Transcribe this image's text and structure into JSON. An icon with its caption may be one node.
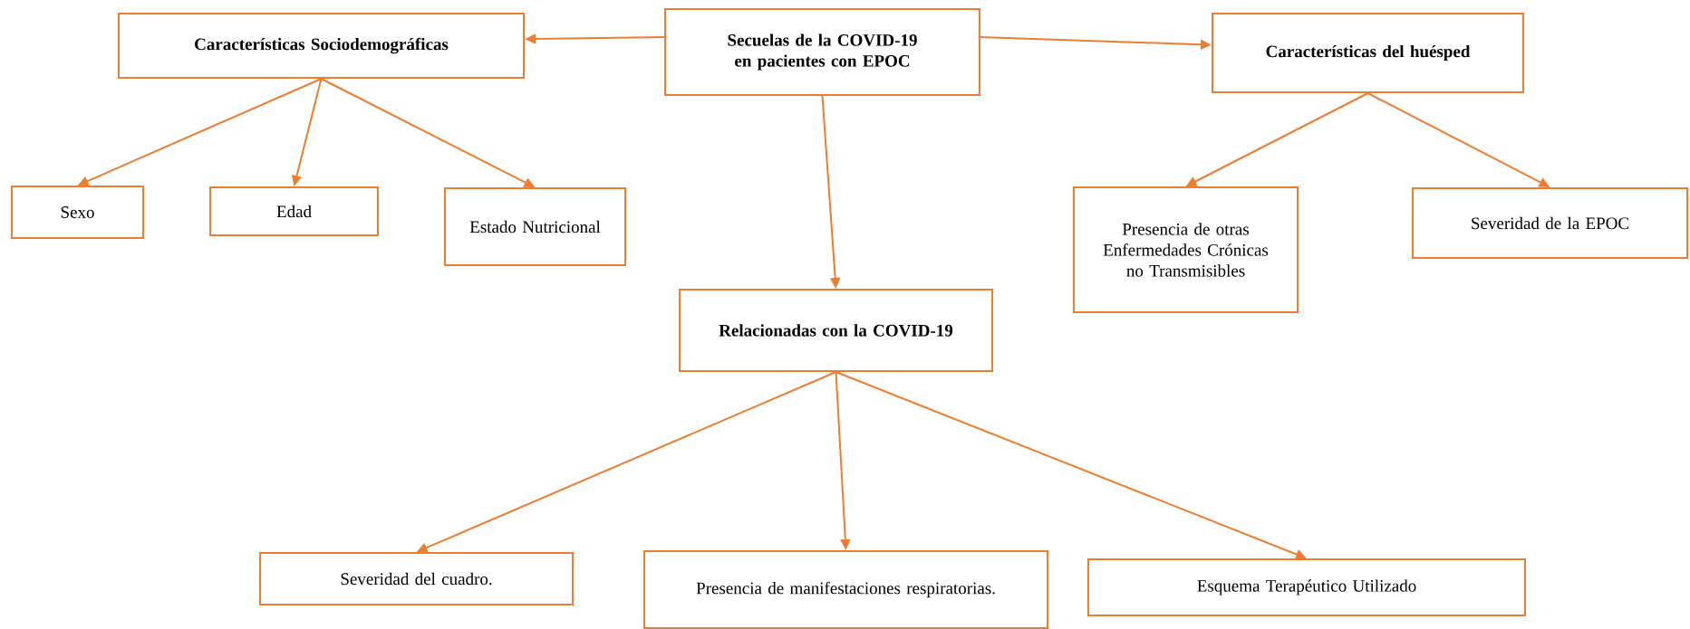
{
  "diagram": {
    "nodes": [
      {
        "text": [
          "Secuelas de la COVID-19 en pacientes con EPOC"
        ]
      },
      {
        "text": [
          "Características Sociodemográficas"
        ]
      },
      {
        "text": [
          "Características del huésped"
        ]
      },
      {
        "text": [
          "Sexo"
        ]
      },
      {
        "text": [
          "Edad"
        ]
      },
      {
        "text": [
          "Estado Nutricional"
        ]
      },
      {
        "text": [
          "Presencia de otras Enfermedades Crónicas no Transmisibles"
        ]
      },
      {
        "text": [
          "Severidad de la EPOC"
        ]
      },
      {
        "text": [
          "Relacionadas con la COVID-19"
        ]
      },
      {
        "text": [
          "Severidad del cuadro."
        ]
      },
      {
        "text": [
          "Presencia de manifestaciones respiratorias."
        ]
      },
      {
        "text": [
          "Esquema Terapéutico Utilizado"
        ]
      }
    ],
    "edges": [
      {
        "from": 0,
        "to": 1,
        "arrow": "to"
      },
      {
        "from": 0,
        "to": 2,
        "arrow": "to"
      },
      {
        "from": 0,
        "to": 8,
        "arrow": "to"
      },
      {
        "from": 1,
        "to": 3,
        "arrow": "to"
      },
      {
        "from": 1,
        "to": 4,
        "arrow": "to"
      },
      {
        "from": 1,
        "to": 5,
        "arrow": "to"
      },
      {
        "from": 2,
        "to": 6,
        "arrow": "to"
      },
      {
        "from": 2,
        "to": 7,
        "arrow": "to"
      },
      {
        "from": 8,
        "to": 9,
        "arrow": "to"
      },
      {
        "from": 8,
        "to": 10,
        "arrow": "to"
      },
      {
        "from": 8,
        "to": 11,
        "arrow": "to"
      }
    ]
  }
}
